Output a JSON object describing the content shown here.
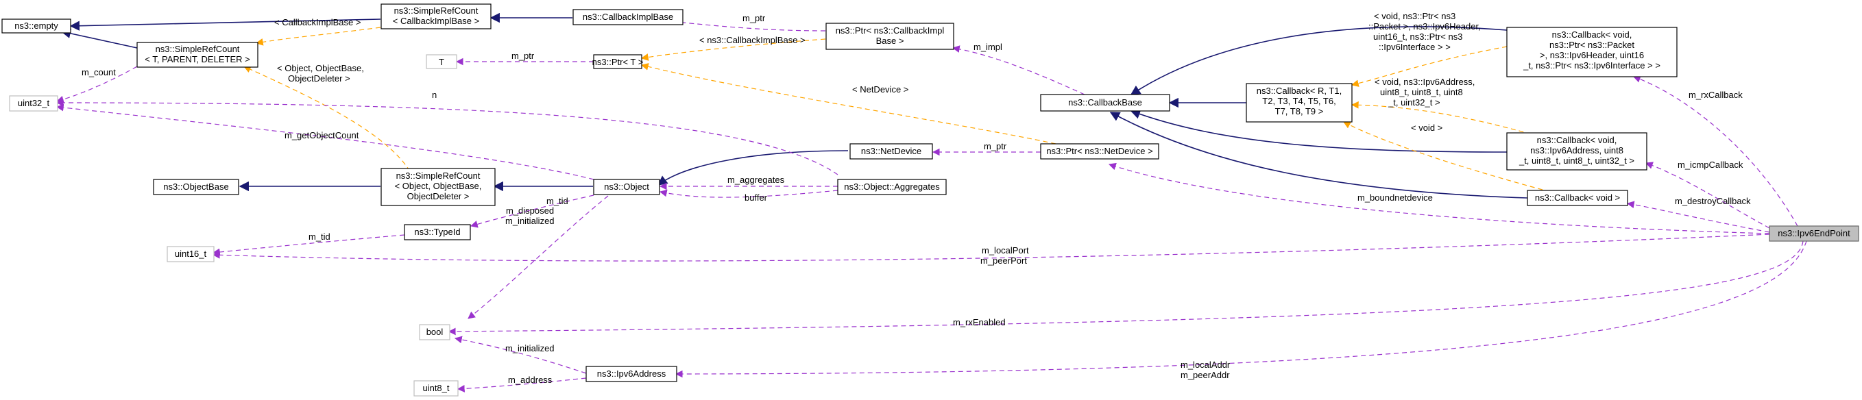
{
  "nodes": {
    "empty": "ns3::empty",
    "simple_ref_cb": [
      "ns3::SimpleRefCount",
      "< CallbackImplBase >"
    ],
    "cb_impl_base": "ns3::CallbackImplBase",
    "ptr_cb_impl": [
      "ns3::Ptr< ns3::CallbackImpl",
      "Base >"
    ],
    "simple_ref_t": [
      "ns3::SimpleRefCount",
      "< T, PARENT, DELETER >"
    ],
    "T": "T",
    "ptr_t": "ns3::Ptr< T >",
    "uint32": "uint32_t",
    "callback_base": "ns3::CallbackBase",
    "callback_rx": [
      "ns3::Callback< void,",
      "ns3::Ptr< ns3::Packet",
      ">, ns3::Ipv6Header, uint16",
      "_t, ns3::Ptr< ns3::Ipv6Interface > >"
    ],
    "callback_generic": [
      "ns3::Callback< R, T1,",
      "T2, T3, T4, T5, T6,",
      "T7, T8, T9 >"
    ],
    "callback_icmp": [
      "ns3::Callback< void,",
      "ns3::Ipv6Address, uint8",
      "_t, uint8_t, uint8_t, uint32_t >"
    ],
    "net_device": "ns3::NetDevice",
    "ptr_net_device": "ns3::Ptr< ns3::NetDevice >",
    "object_base": "ns3::ObjectBase",
    "simple_ref_obj": [
      "ns3::SimpleRefCount",
      "< Object, ObjectBase,",
      "ObjectDeleter >"
    ],
    "object": "ns3::Object",
    "aggregates": "ns3::Object::Aggregates",
    "callback_void": "ns3::Callback< void >",
    "type_id": "ns3::TypeId",
    "uint16": "uint16_t",
    "ipv6_endpoint": "ns3::Ipv6EndPoint",
    "bool": "bool",
    "uint8": "uint8_t",
    "ipv6_address": "ns3::Ipv6Address"
  },
  "edges": {
    "cbimplbase_tmpl": "< CallbackImplBase >",
    "m_ptr_cbimpl": "m_ptr",
    "cbimplbase_ptr_tmpl": "< ns3::CallbackImplBase >",
    "m_count": "m_count",
    "m_ptr_t": "m_ptr",
    "m_impl": "m_impl",
    "obj_tmpl": [
      "< Object, ObjectBase,",
      "ObjectDeleter >"
    ],
    "n": "n",
    "netdevice_tmpl": "< NetDevice >",
    "rx_tmpl": [
      "< void, ns3::Ptr< ns3",
      "::Packet >, ns3::Ipv6Header,",
      "uint16_t, ns3::Ptr< ns3",
      "::Ipv6Interface > >"
    ],
    "icmp_tmpl": [
      "< void, ns3::Ipv6Address,",
      "uint8_t, uint8_t, uint8",
      "_t, uint32_t >"
    ],
    "void_tmpl": "< void >",
    "m_rxCallback": "m_rxCallback",
    "m_getObjectCount": "m_getObjectCount",
    "m_ptr_nd": "m_ptr",
    "m_aggregates": "m_aggregates",
    "buffer": "buffer",
    "m_tid_type": "m_tid",
    "m_tid_uint16": "m_tid",
    "m_disposed_init": [
      "m_disposed",
      "m_initialized"
    ],
    "m_icmpCallback": "m_icmpCallback",
    "m_destroyCallback": "m_destroyCallback",
    "m_boundnetdevice": "m_boundnetdevice",
    "ports": [
      "m_localPort",
      "m_peerPort"
    ],
    "m_rxEnabled": "m_rxEnabled",
    "m_initialized": "m_initialized",
    "addrs": [
      "m_localAddr",
      "m_peerAddr"
    ],
    "m_address": "m_address"
  },
  "colors": {
    "inheritance": "#191970",
    "usage": "#9a32cd",
    "template": "#ffa500",
    "highlight_fill": "#bfbfbf"
  }
}
